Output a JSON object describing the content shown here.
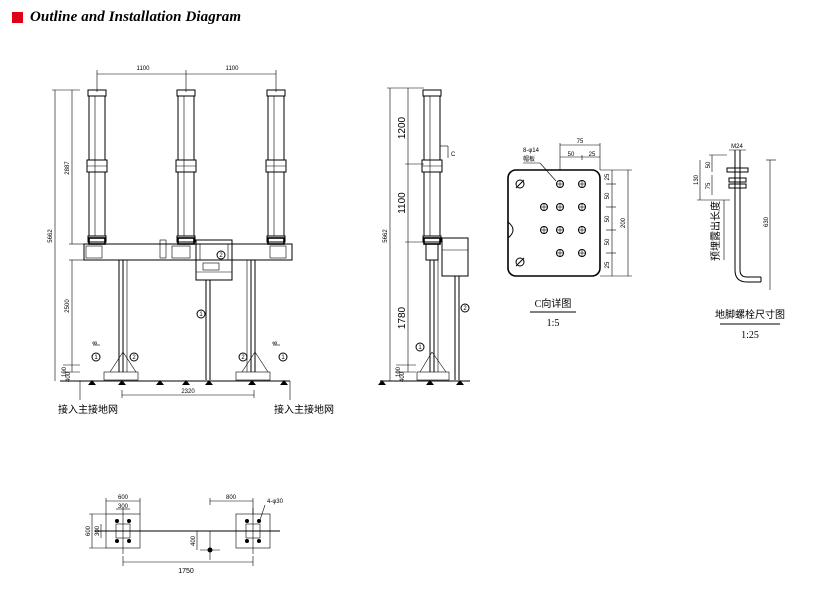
{
  "header": {
    "title": "Outline and Installation Diagram"
  },
  "front_view": {
    "dims": {
      "spacing_left": "1100",
      "spacing_right": "1100",
      "height_total": "5662",
      "height_pole": "2887",
      "height_frame": "2500",
      "base_h1": "100",
      "base_h2": "400",
      "base_width": "2320",
      "flat_left": "8",
      "flat_right": "8"
    },
    "callouts": [
      "1",
      "2",
      "1",
      "2",
      "1",
      "2"
    ],
    "ground_left": "接入主接地网",
    "ground_right": "接入主接地网"
  },
  "side_view": {
    "dims": {
      "height_total": "5662",
      "upper": "1200",
      "middle": "1100",
      "lower": "1780",
      "base_h1": "100",
      "base_h2": "400"
    },
    "c_mark": "C",
    "callouts": [
      "1",
      "2"
    ]
  },
  "detail_c": {
    "holes_label": "8-φ14",
    "plate_label": "帽板",
    "dims": {
      "top": "75",
      "a": "50",
      "b": "25",
      "r1": "25",
      "r2": "50",
      "r3": "50",
      "r4": "50",
      "r5": "25",
      "total": "200"
    },
    "caption": "C向详图",
    "scale": "1:5"
  },
  "bolt": {
    "dims": {
      "thread": "M24",
      "d1": "50",
      "d2": "130",
      "d3": "75",
      "length": "630"
    },
    "vertical_label": "预埋露出长度",
    "caption": "地脚螺栓尺寸图",
    "scale": "1:25"
  },
  "plan_view": {
    "dims": {
      "w_left": "600",
      "w_left_inner": "300",
      "h_left": "600",
      "h_left_inner": "300",
      "w_right": "800",
      "holes": "4-φ30",
      "center": "400",
      "span": "1750"
    }
  }
}
